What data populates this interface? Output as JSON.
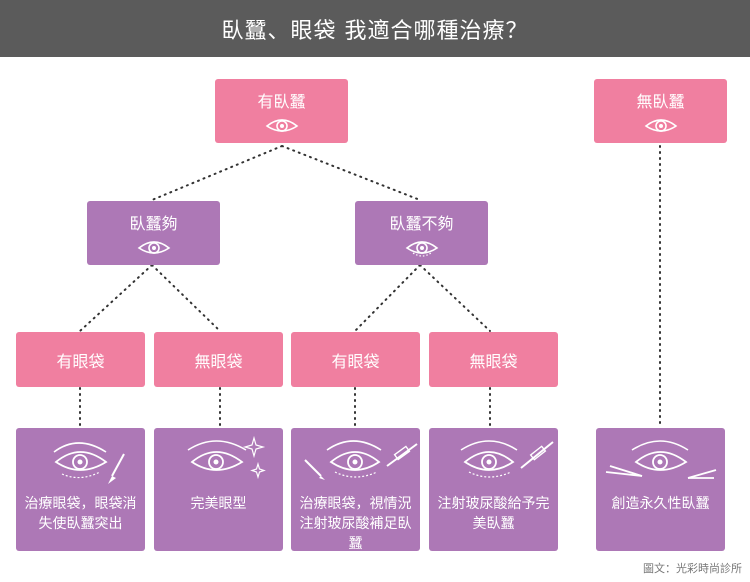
{
  "title": "臥蠶、眼袋 我適合哪種治療？",
  "colors": {
    "pink": "#f07fa0",
    "purple": "#ad78b6",
    "header": "#5b5b5b"
  },
  "level1": [
    {
      "label": "有臥蠶",
      "icon": "eye-icon"
    },
    {
      "label": "無臥蠶",
      "icon": "eye-icon"
    }
  ],
  "level2": [
    {
      "label": "臥蠶夠",
      "icon": "eye-icon"
    },
    {
      "label": "臥蠶不夠",
      "icon": "eye-icon"
    }
  ],
  "level3": [
    {
      "label": "有眼袋"
    },
    {
      "label": "無眼袋"
    },
    {
      "label": "有眼袋"
    },
    {
      "label": "無眼袋"
    }
  ],
  "results": [
    {
      "text": "治療眼袋，眼袋消失使臥蠶突出",
      "icon": "eye-scalpel-icon"
    },
    {
      "text": "完美眼型",
      "icon": "eye-sparkle-icon"
    },
    {
      "text": "治療眼袋，視情況注射玻尿酸補足臥蠶",
      "icon": "eye-scalpel-syringe-icon"
    },
    {
      "text": "注射玻尿酸給予完美臥蠶",
      "icon": "eye-syringe-icon"
    },
    {
      "text": "創造永久性臥蠶",
      "icon": "eye-tweezers-icon"
    }
  ],
  "credit": "圖文：光彩時尚診所"
}
